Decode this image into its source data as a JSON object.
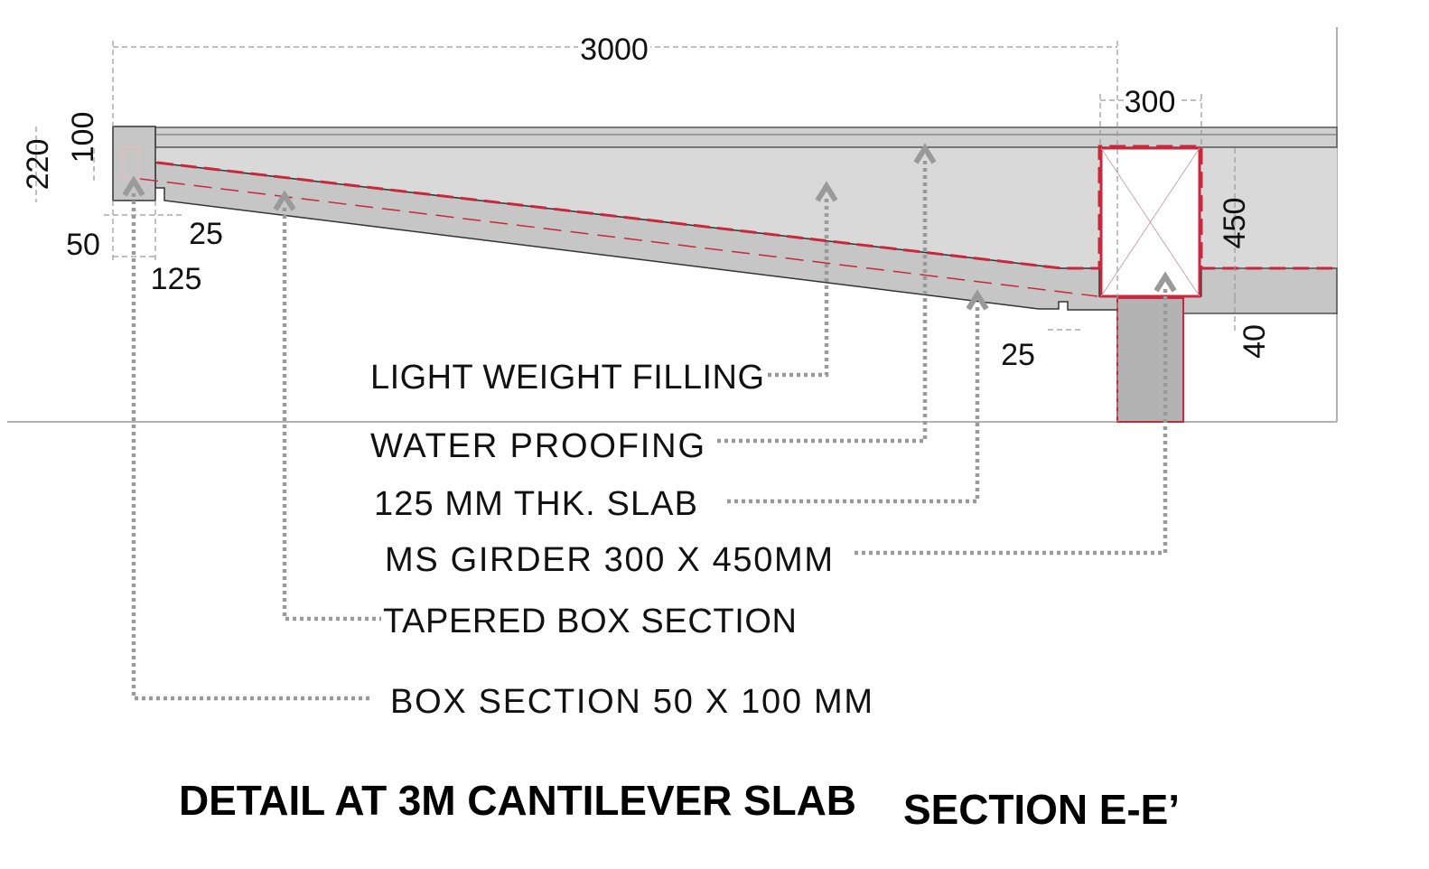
{
  "dimensions": {
    "overall_span": "3000",
    "girder_width": "300",
    "girder_depth": "450",
    "girder_bearing": "40",
    "edge_depth": "220",
    "edge_inner": "100",
    "box_width": "50",
    "gap_left": "25",
    "edge_width": "125",
    "gap_right": "25"
  },
  "labels": {
    "filling": "LIGHT WEIGHT FILLING",
    "waterproofing": "WATER PROOFING",
    "slab": "125 MM THK. SLAB",
    "girder": "MS GIRDER 300 X 450MM",
    "tapered": "TAPERED BOX SECTION",
    "box": "BOX SECTION 50 X 100 MM"
  },
  "titles": {
    "detail": "DETAIL AT 3M CANTILEVER SLAB",
    "section": "SECTION E-E’"
  },
  "colors": {
    "filling": "#d9d9d9",
    "concrete": "#c6c6c6",
    "column": "#b3b3b3",
    "steel_outline": "#c8283c",
    "leader": "#9a9a9a"
  }
}
